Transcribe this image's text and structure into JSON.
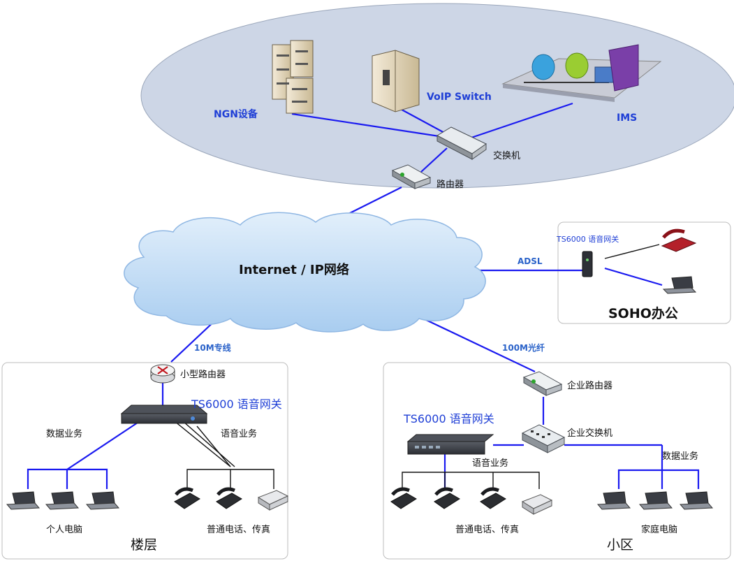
{
  "core": {
    "ngn_label": "NGN设备",
    "voip_label": "VoIP Switch",
    "ims_label": "IMS",
    "switch_label": "交换机",
    "router_label": "路由器"
  },
  "cloud_label": "Internet / IP网络",
  "soho": {
    "gateway_label": "TS6000 语音网关",
    "link_label": "ADSL",
    "title": "SOHO办公"
  },
  "floor": {
    "link_label": "10M专线",
    "router_label": "小型路由器",
    "gateway_label": "TS6000 语音网关",
    "data_label": "数据业务",
    "voice_label": "语音业务",
    "pc_label": "个人电脑",
    "phone_label": "普通电话、传真",
    "title": "楼层"
  },
  "community": {
    "link_label": "100M光纤",
    "router_label": "企业路由器",
    "switch_label": "企业交换机",
    "gateway_label": "TS6000 语音网关",
    "voice_label": "语音业务",
    "data_label": "数据业务",
    "phone_label": "普通电话、传真",
    "pc_label": "家庭电脑",
    "title": "小区"
  },
  "colors": {
    "link_blue": "#1a1af0",
    "core_bg": "#cdd6e6",
    "cloud": "#bcd8f4",
    "frame": "#bdbdbd"
  }
}
